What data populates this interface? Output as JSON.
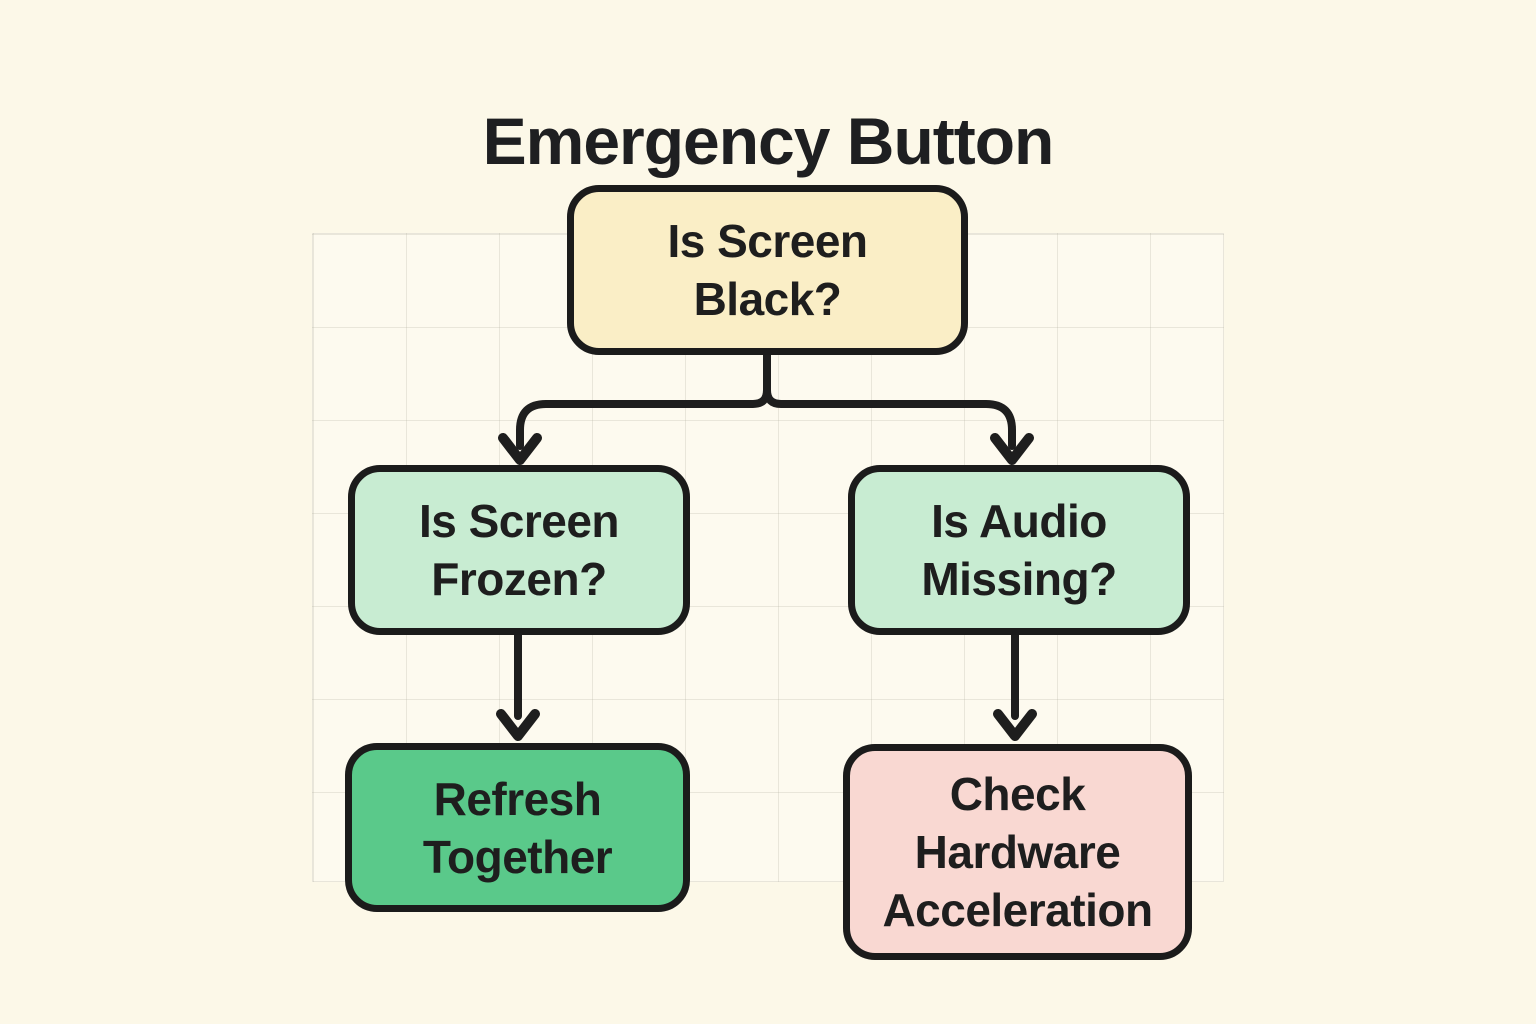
{
  "title": "Emergency Button",
  "flowchart": {
    "nodes": [
      {
        "id": "q-screen-black",
        "label": "Is Screen\nBlack?",
        "fill": "#FAEEC6",
        "role": "question"
      },
      {
        "id": "q-screen-frozen",
        "label": "Is Screen\nFrozen?",
        "fill": "#C8ECD2",
        "role": "question"
      },
      {
        "id": "q-audio-missing",
        "label": "Is Audio\nMissing?",
        "fill": "#C8ECD2",
        "role": "question"
      },
      {
        "id": "a-refresh",
        "label": "Refresh\nTogether",
        "fill": "#5AC98A",
        "role": "action"
      },
      {
        "id": "a-check-hw-accel",
        "label": "Check\nHardware\nAcceleration",
        "fill": "#F9D8D2",
        "role": "action"
      }
    ],
    "edges": [
      {
        "from": "q-screen-black",
        "to": "q-screen-frozen"
      },
      {
        "from": "q-screen-black",
        "to": "q-audio-missing"
      },
      {
        "from": "q-screen-frozen",
        "to": "a-refresh"
      },
      {
        "from": "q-audio-missing",
        "to": "a-check-hw-accel"
      }
    ]
  },
  "colors": {
    "background": "#FCF8E8",
    "grid_line": "#B9B7A8",
    "node_border": "#1B1B1B",
    "connector": "#1E1E1E",
    "text": "#1E1E1E",
    "question_yellow": "#FAEEC6",
    "question_green": "#C8ECD2",
    "action_green": "#5AC98A",
    "action_pink": "#F9D8D2"
  }
}
